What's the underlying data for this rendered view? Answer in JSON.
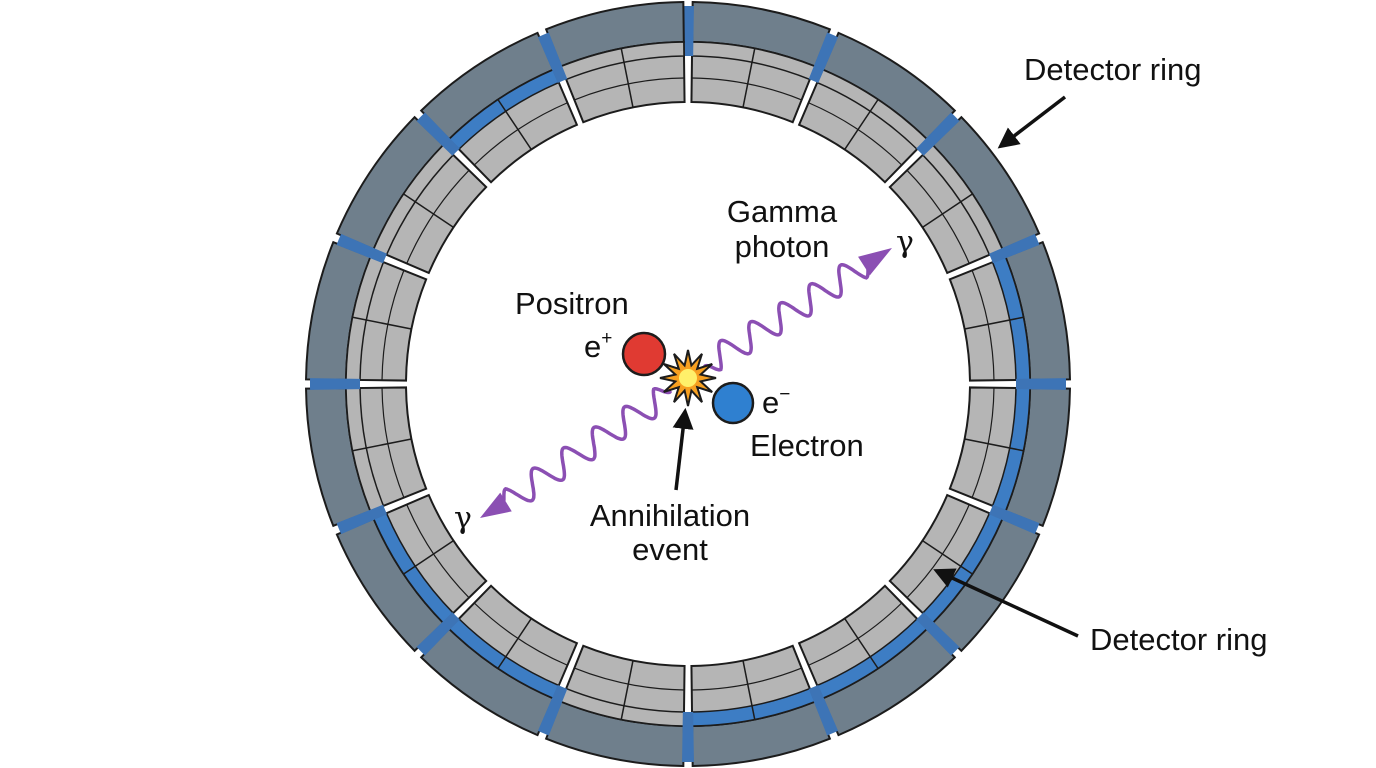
{
  "labels": {
    "detector_top": "Detector ring",
    "detector_bottom": "Detector ring",
    "gamma_line1": "Gamma",
    "gamma_line2": "photon",
    "positron": "Positron",
    "positron_symbol": "e",
    "positron_charge": "+",
    "electron_symbol": "e",
    "electron_charge": "−",
    "electron": "Electron",
    "annihilation_line1": "Annihilation",
    "annihilation_line2": "event",
    "gamma_symbol_upper": "γ",
    "gamma_symbol_lower": "γ"
  },
  "colors": {
    "module_outer": "#6f7f8c",
    "crystal_gray": "#b5b5b5",
    "crystal_blue": "#3d7dc4",
    "gap_blue": "#3d74b6",
    "outline": "#1c1c1c",
    "photon_purple": "#8b4fb3",
    "positron_red": "#e03a32",
    "electron_blue": "#2f80d0",
    "flash_orange": "#f7a020",
    "flash_yellow": "#fff06a"
  },
  "ring": {
    "module_count": 16,
    "blocks_per_module": 2
  }
}
